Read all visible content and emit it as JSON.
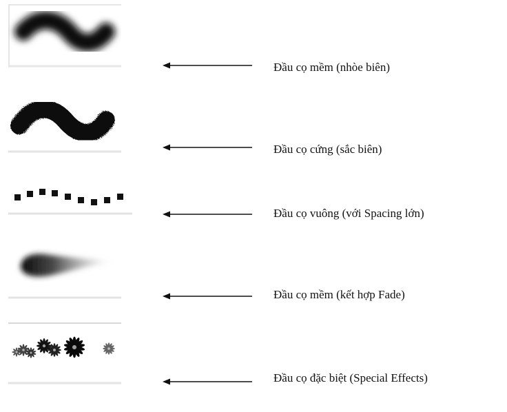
{
  "rows": [
    {
      "label": "Đầu cọ mềm (nhòe biên)",
      "brush": "soft-brush-stroke"
    },
    {
      "label": "Đầu cọ cứng (sắc biên)",
      "brush": "hard-brush-stroke"
    },
    {
      "label": "Đầu cọ vuông (với Spacing lớn)",
      "brush": "square-brush-dots"
    },
    {
      "label": "Đầu cọ mềm (kết hợp Fade)",
      "brush": "fade-brush-stroke"
    },
    {
      "label": "Đầu cọ đặc biệt (Special Effects)",
      "brush": "special-effects-flowers"
    }
  ],
  "colors": {
    "ink": "#111111",
    "panel_border": "#d8d8d8"
  }
}
